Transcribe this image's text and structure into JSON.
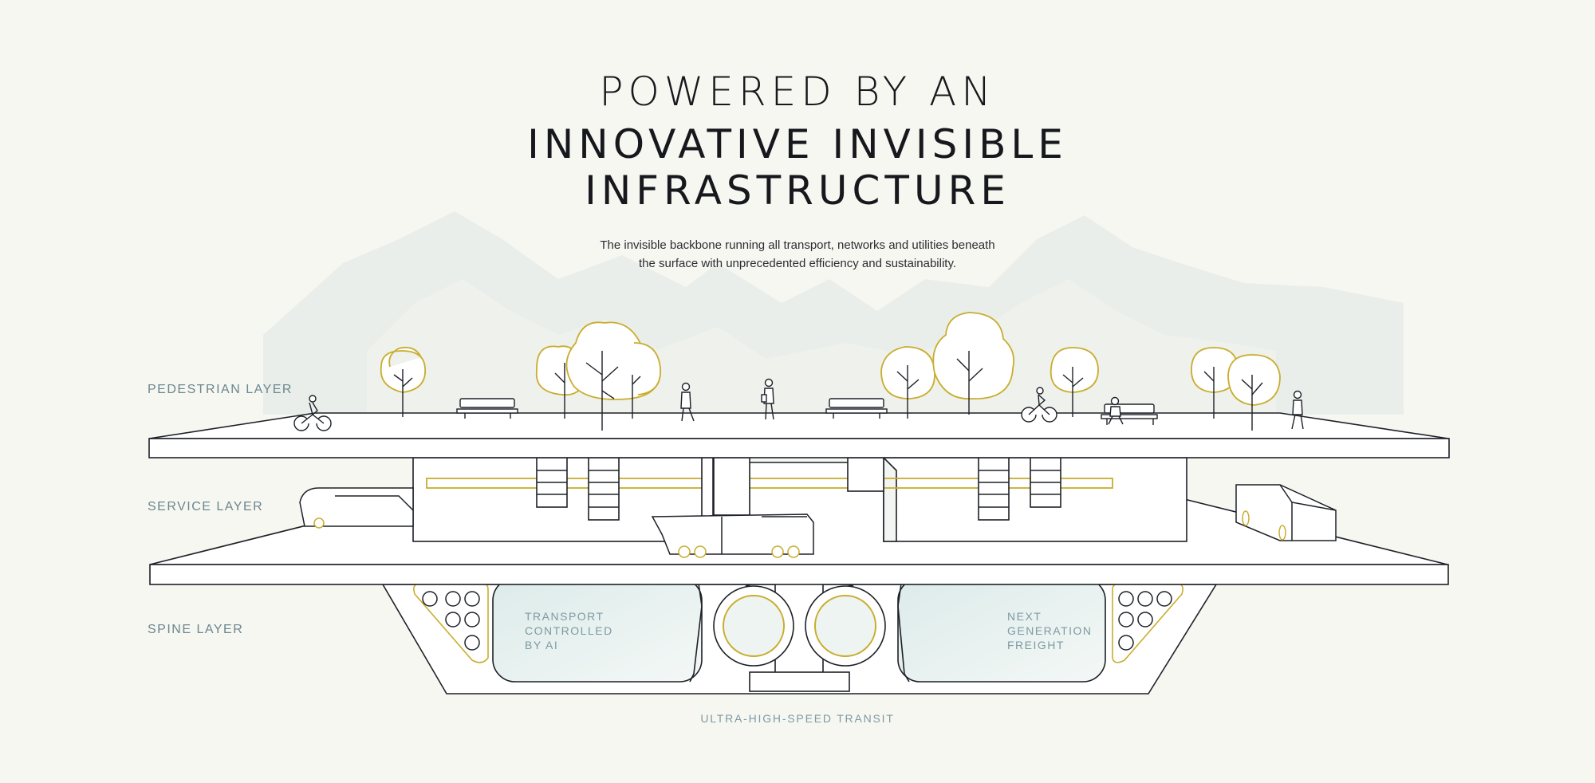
{
  "heading": {
    "line1": "POWERED BY AN",
    "line2": "INNOVATIVE INVISIBLE",
    "line3": "INFRASTRUCTURE"
  },
  "subtitle": {
    "line1": "The invisible backbone running all transport, networks and utilities beneath",
    "line2": "the surface with unprecedented efficiency and sustainability."
  },
  "layers": {
    "pedestrian": "PEDESTRIAN LAYER",
    "service": "SERVICE LAYER",
    "spine": "SPINE LAYER"
  },
  "spine": {
    "left_panel": [
      "TRANSPORT",
      "CONTROLLED",
      "BY AI"
    ],
    "right_panel": [
      "NEXT",
      "GENERATION",
      "FREIGHT"
    ],
    "transit_label": "ULTRA-HIGH-SPEED TRANSIT"
  },
  "colors": {
    "background": "#f7f7f1",
    "line": "#1d2027",
    "accent": "#c9ad2e",
    "label": "#6a8690",
    "mountain": "#e4eae6",
    "tube_fill": "#e3efee"
  }
}
